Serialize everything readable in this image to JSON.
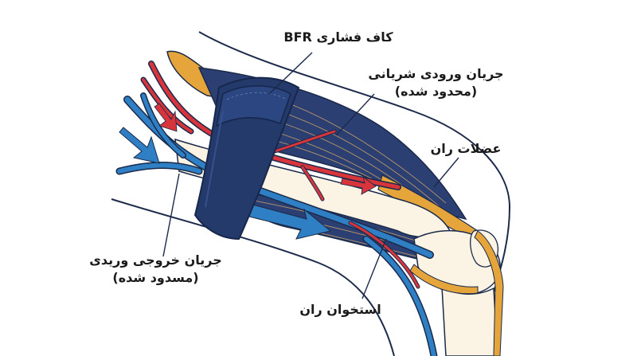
{
  "labels": {
    "cuff": "کاف فشاری BFR",
    "arterial_line1": "جریان ورودی شریانی",
    "arterial_line2": "(محدود شده)",
    "muscles": "عضلات ران",
    "venous_line1": "جریان خروجی وریدی",
    "venous_line2": "(مسدود شده)",
    "femur": "استخوان ران"
  },
  "colors": {
    "cuff": "#233a6b",
    "cuff_dark": "#17274b",
    "artery": "#d8343c",
    "vein": "#2f7fc4",
    "tendon": "#e5a53b",
    "muscle": "#2c3f73",
    "outline": "#1b2a4a"
  }
}
